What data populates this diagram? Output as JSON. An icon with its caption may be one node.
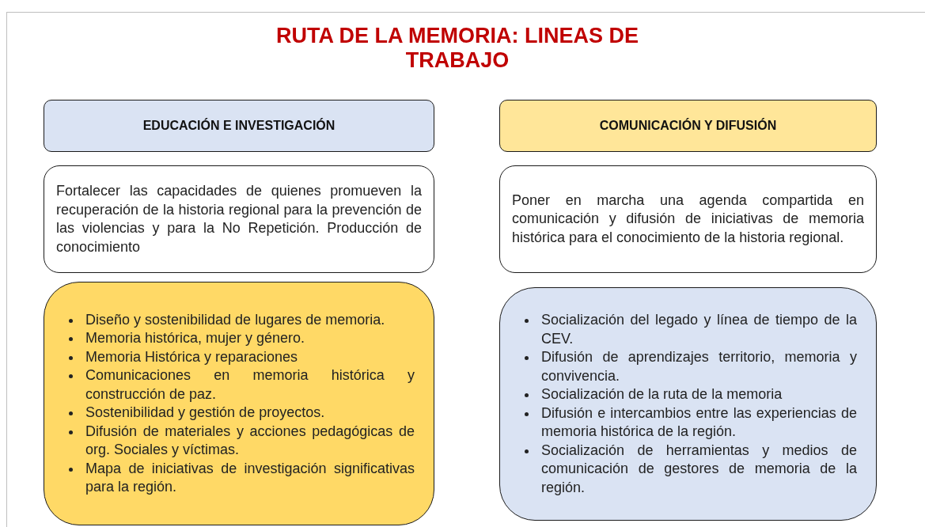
{
  "diagram": {
    "title": "RUTA DE LA MEMORIA: LINEAS DE TRABAJO",
    "nodes": [
      {
        "text": [
          "EDUCACIÓN E INVESTIGACIÓN"
        ]
      },
      {
        "text": [
          "Fortalecer las capacidades de quienes promueven la recuperación de la historia regional para la prevención de las violencias y para la No Repetición. Producción de conocimiento"
        ]
      },
      {
        "text": [
          "Diseño y sostenibilidad de lugares de memoria.",
          "Memoria histórica, mujer y género.",
          "Memoria Histórica y reparaciones",
          "Comunicaciones en memoria histórica y construcción de paz.",
          "Sostenibilidad y gestión de proyectos.",
          "Difusión de materiales y acciones pedagógicas de org. Sociales y víctimas.",
          "Mapa de iniciativas de investigación significativas para la región."
        ]
      },
      {
        "text": [
          "COMUNICACIÓN Y DIFUSIÓN"
        ]
      },
      {
        "text": [
          "Poner en marcha una agenda compartida en comunicación y difusión de iniciativas de memoria histórica para el conocimiento de la historia regional."
        ]
      },
      {
        "text": [
          "Socialización del legado y línea de tiempo de la CEV.",
          "Difusión de aprendizajes territorio, memoria y convivencia.",
          "Socialización de la ruta de la memoria",
          "Difusión e intercambios entre las experiencias de memoria histórica de la región.",
          "Socialización de herramientas y medios de comunicación de gestores de memoria de la región."
        ]
      }
    ]
  }
}
